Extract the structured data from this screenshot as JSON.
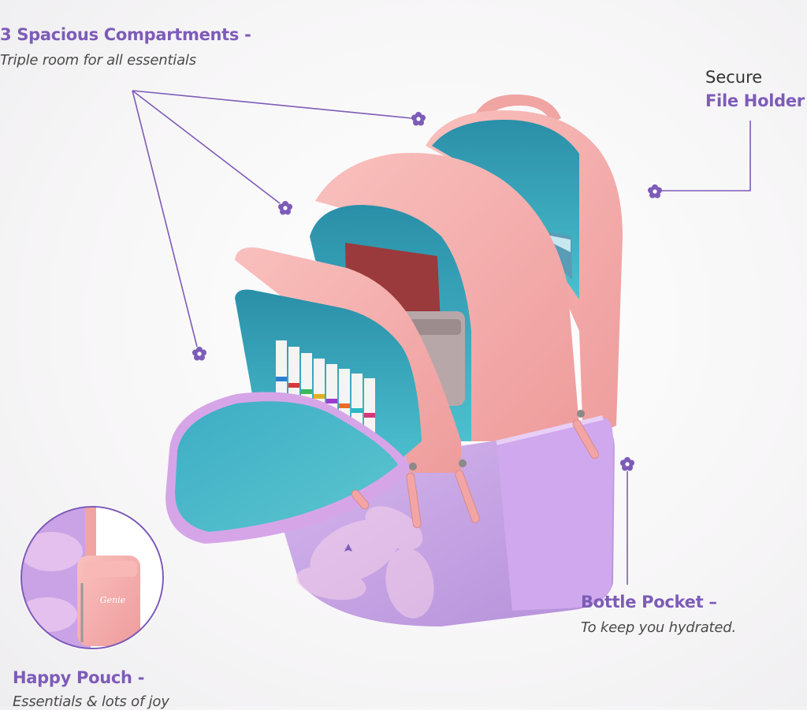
{
  "callouts": {
    "compartments": {
      "title": "3 Spacious Compartments -",
      "subtitle": "Triple room for all essentials"
    },
    "file_holder": {
      "prefix": "Secure",
      "title": "File Holder"
    },
    "bottle_pocket": {
      "title": "Bottle Pocket –",
      "subtitle": "To keep you hydrated."
    },
    "happy_pouch": {
      "title": "Happy Pouch -",
      "subtitle": "Essentials & lots of joy"
    }
  },
  "brand_mark": "Genie",
  "colors": {
    "accent": "#7d5cb8",
    "pink": "#f4a7a8",
    "teal": "#3fb4c4",
    "lilac": "#c9a6e6"
  }
}
